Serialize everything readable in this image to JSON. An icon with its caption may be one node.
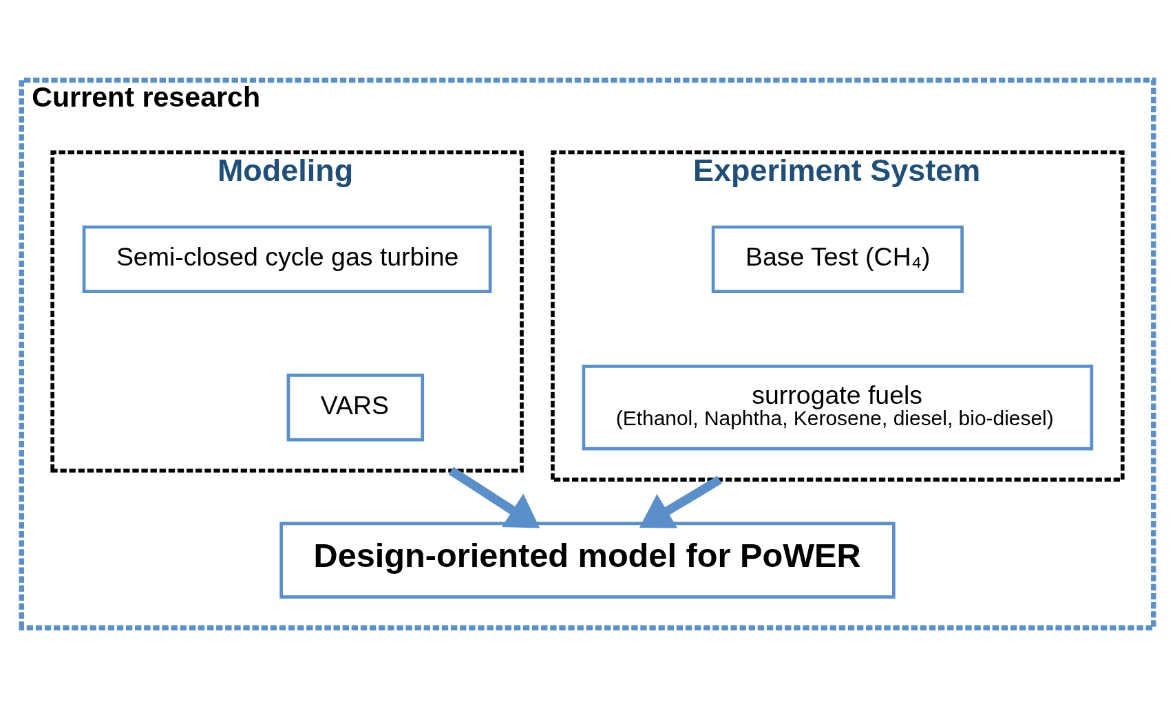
{
  "diagram": {
    "nodes": [
      {
        "text": [
          "Current research"
        ]
      },
      {
        "text": [
          "Experiment System"
        ],
        "in": 0
      },
      {
        "text": [
          "Base Test (CH₄)"
        ],
        "in": 1
      },
      {
        "text": [
          "surrogate fuels",
          "(Ethanol, Naphtha, Kerosene, diesel, bio-diesel)"
        ],
        "in": 1
      },
      {
        "text": [
          "Modeling"
        ],
        "in": 0
      },
      {
        "text": [
          "Semi-closed cycle gas turbine"
        ],
        "in": 4
      },
      {
        "text": [
          "VARS"
        ],
        "in": 4
      },
      {
        "text": [
          "Design-oriented model for PoWER"
        ],
        "in": 0
      }
    ],
    "edges": [
      {
        "from": 1,
        "to": 7,
        "arrow": "to"
      },
      {
        "from": 4,
        "to": 7,
        "arrow": "to"
      }
    ]
  }
}
